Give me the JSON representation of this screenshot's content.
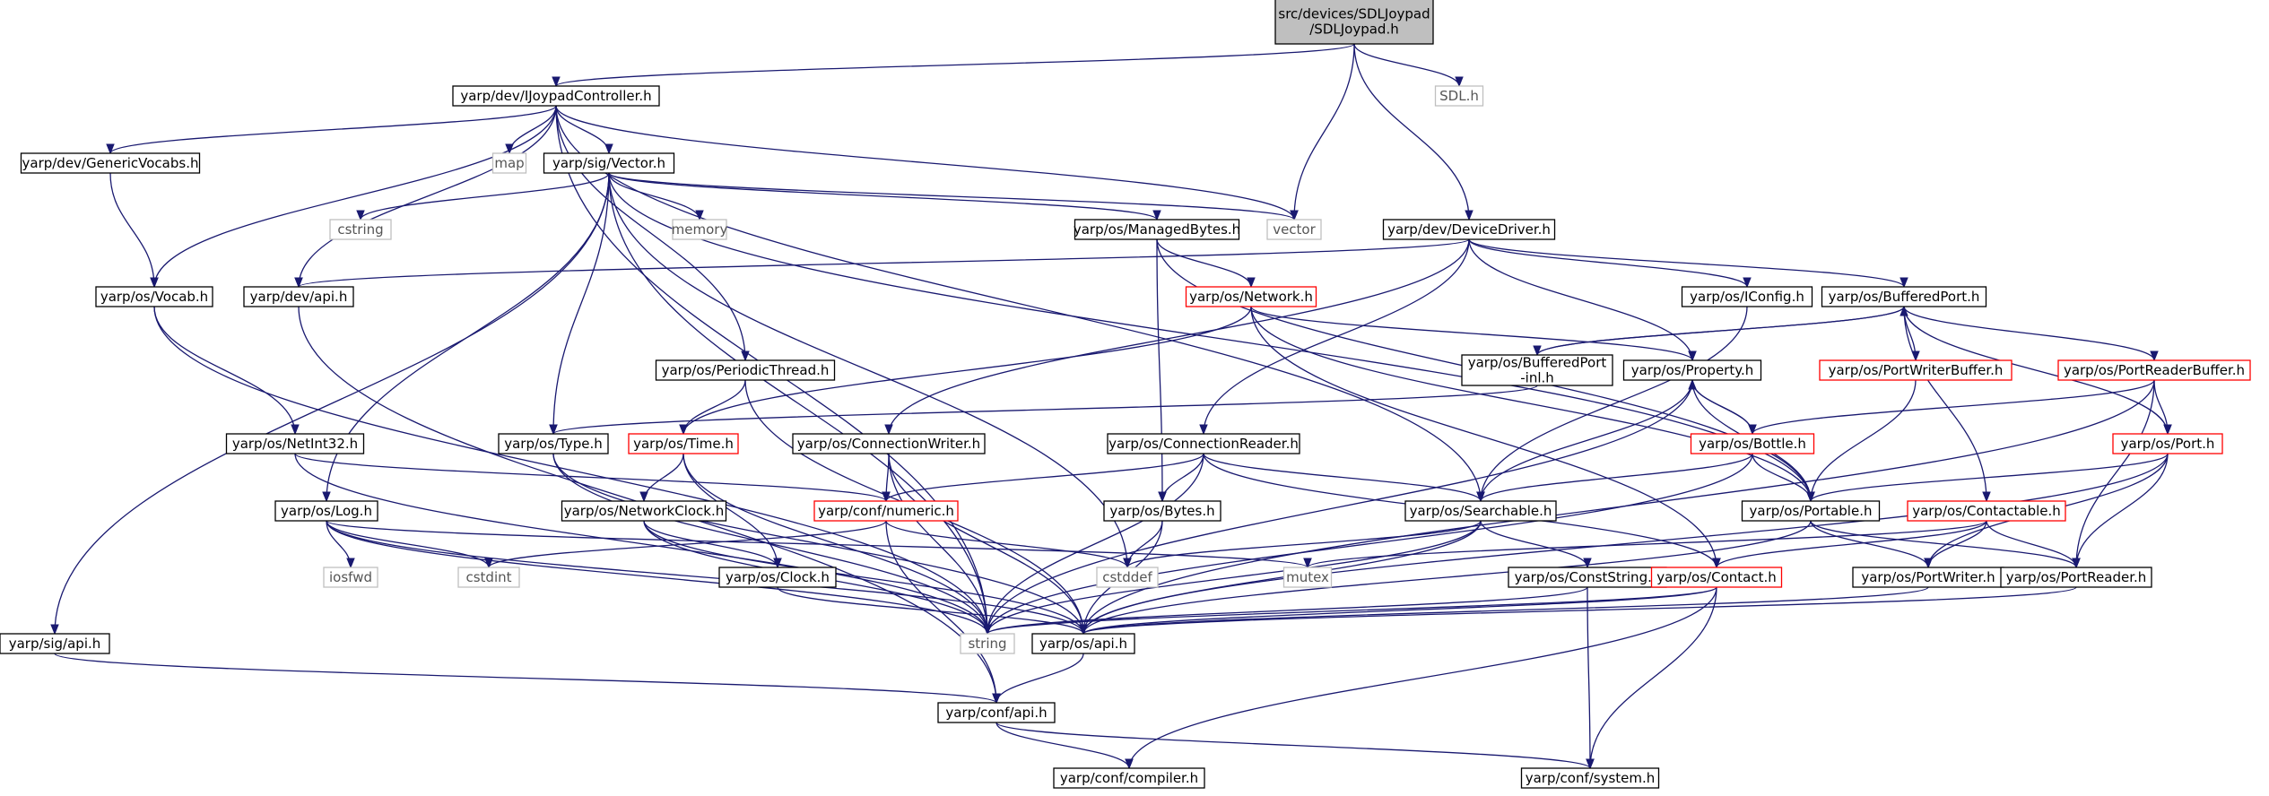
{
  "colors": {
    "edge": "#191970",
    "node_border": "#000000",
    "node_border_truncated": "#ff0000",
    "node_border_external": "#bfbfbf",
    "root_fill": "#bfbfbf",
    "node_fill": "#ffffff"
  },
  "nodes": [
    {
      "id": "root",
      "lines": [
        "src/devices/SDLJoypad",
        "/SDLJoypad.h"
      ],
      "kind": "root"
    },
    {
      "id": "ijoy",
      "lines": [
        "yarp/dev/IJoypadController.h"
      ],
      "kind": "normal"
    },
    {
      "id": "sdl",
      "lines": [
        "SDL.h"
      ],
      "kind": "external"
    },
    {
      "id": "vector",
      "lines": [
        "vector"
      ],
      "kind": "external"
    },
    {
      "id": "devdriver",
      "lines": [
        "yarp/dev/DeviceDriver.h"
      ],
      "kind": "normal"
    },
    {
      "id": "genvocabs",
      "lines": [
        "yarp/dev/GenericVocabs.h"
      ],
      "kind": "normal"
    },
    {
      "id": "map",
      "lines": [
        "map"
      ],
      "kind": "external"
    },
    {
      "id": "sigvector",
      "lines": [
        "yarp/sig/Vector.h"
      ],
      "kind": "normal"
    },
    {
      "id": "cstring",
      "lines": [
        "cstring"
      ],
      "kind": "external"
    },
    {
      "id": "memory",
      "lines": [
        "memory"
      ],
      "kind": "external"
    },
    {
      "id": "managed",
      "lines": [
        "yarp/os/ManagedBytes.h"
      ],
      "kind": "normal"
    },
    {
      "id": "vocab",
      "lines": [
        "yarp/os/Vocab.h"
      ],
      "kind": "normal"
    },
    {
      "id": "devapi",
      "lines": [
        "yarp/dev/api.h"
      ],
      "kind": "normal"
    },
    {
      "id": "network",
      "lines": [
        "yarp/os/Network.h"
      ],
      "kind": "truncated"
    },
    {
      "id": "iconfig",
      "lines": [
        "yarp/os/IConfig.h"
      ],
      "kind": "normal"
    },
    {
      "id": "buffport",
      "lines": [
        "yarp/os/BufferedPort.h"
      ],
      "kind": "normal"
    },
    {
      "id": "periodic",
      "lines": [
        "yarp/os/PeriodicThread.h"
      ],
      "kind": "normal"
    },
    {
      "id": "buffinl",
      "lines": [
        "yarp/os/BufferedPort",
        "-inl.h"
      ],
      "kind": "normal"
    },
    {
      "id": "property",
      "lines": [
        "yarp/os/Property.h"
      ],
      "kind": "normal"
    },
    {
      "id": "pwbuffer",
      "lines": [
        "yarp/os/PortWriterBuffer.h"
      ],
      "kind": "truncated"
    },
    {
      "id": "prbuffer",
      "lines": [
        "yarp/os/PortReaderBuffer.h"
      ],
      "kind": "truncated"
    },
    {
      "id": "netint",
      "lines": [
        "yarp/os/NetInt32.h"
      ],
      "kind": "normal"
    },
    {
      "id": "type",
      "lines": [
        "yarp/os/Type.h"
      ],
      "kind": "normal"
    },
    {
      "id": "time",
      "lines": [
        "yarp/os/Time.h"
      ],
      "kind": "truncated"
    },
    {
      "id": "connwriter",
      "lines": [
        "yarp/os/ConnectionWriter.h"
      ],
      "kind": "normal"
    },
    {
      "id": "connreader",
      "lines": [
        "yarp/os/ConnectionReader.h"
      ],
      "kind": "normal"
    },
    {
      "id": "bottle",
      "lines": [
        "yarp/os/Bottle.h"
      ],
      "kind": "truncated"
    },
    {
      "id": "port",
      "lines": [
        "yarp/os/Port.h"
      ],
      "kind": "truncated"
    },
    {
      "id": "log",
      "lines": [
        "yarp/os/Log.h"
      ],
      "kind": "normal"
    },
    {
      "id": "netclock",
      "lines": [
        "yarp/os/NetworkClock.h"
      ],
      "kind": "normal"
    },
    {
      "id": "numeric",
      "lines": [
        "yarp/conf/numeric.h"
      ],
      "kind": "truncated"
    },
    {
      "id": "bytes",
      "lines": [
        "yarp/os/Bytes.h"
      ],
      "kind": "normal"
    },
    {
      "id": "searchable",
      "lines": [
        "yarp/os/Searchable.h"
      ],
      "kind": "normal"
    },
    {
      "id": "portable",
      "lines": [
        "yarp/os/Portable.h"
      ],
      "kind": "normal"
    },
    {
      "id": "contactable",
      "lines": [
        "yarp/os/Contactable.h"
      ],
      "kind": "truncated"
    },
    {
      "id": "iosfwd",
      "lines": [
        "iosfwd"
      ],
      "kind": "external"
    },
    {
      "id": "cstdint",
      "lines": [
        "cstdint"
      ],
      "kind": "external"
    },
    {
      "id": "clock",
      "lines": [
        "yarp/os/Clock.h"
      ],
      "kind": "normal"
    },
    {
      "id": "cstddef",
      "lines": [
        "cstddef"
      ],
      "kind": "external"
    },
    {
      "id": "mutex",
      "lines": [
        "mutex"
      ],
      "kind": "external"
    },
    {
      "id": "conststring",
      "lines": [
        "yarp/os/ConstString.h"
      ],
      "kind": "normal"
    },
    {
      "id": "contact",
      "lines": [
        "yarp/os/Contact.h"
      ],
      "kind": "truncated"
    },
    {
      "id": "portwriter",
      "lines": [
        "yarp/os/PortWriter.h"
      ],
      "kind": "normal"
    },
    {
      "id": "portreader",
      "lines": [
        "yarp/os/PortReader.h"
      ],
      "kind": "normal"
    },
    {
      "id": "sigapi",
      "lines": [
        "yarp/sig/api.h"
      ],
      "kind": "normal"
    },
    {
      "id": "string",
      "lines": [
        "string"
      ],
      "kind": "external"
    },
    {
      "id": "osapi",
      "lines": [
        "yarp/os/api.h"
      ],
      "kind": "normal"
    },
    {
      "id": "confapi",
      "lines": [
        "yarp/conf/api.h"
      ],
      "kind": "normal"
    },
    {
      "id": "compiler",
      "lines": [
        "yarp/conf/compiler.h"
      ],
      "kind": "normal"
    },
    {
      "id": "system",
      "lines": [
        "yarp/conf/system.h"
      ],
      "kind": "normal"
    }
  ],
  "edges": [
    [
      "root",
      "ijoy"
    ],
    [
      "root",
      "sdl"
    ],
    [
      "root",
      "vector"
    ],
    [
      "root",
      "devdriver"
    ],
    [
      "ijoy",
      "genvocabs"
    ],
    [
      "ijoy",
      "map"
    ],
    [
      "ijoy",
      "sigvector"
    ],
    [
      "ijoy",
      "vocab"
    ],
    [
      "ijoy",
      "devapi"
    ],
    [
      "ijoy",
      "periodic"
    ],
    [
      "ijoy",
      "vector"
    ],
    [
      "ijoy",
      "searchable"
    ],
    [
      "ijoy",
      "string"
    ],
    [
      "genvocabs",
      "vocab"
    ],
    [
      "sigvector",
      "cstring"
    ],
    [
      "sigvector",
      "memory"
    ],
    [
      "sigvector",
      "vector"
    ],
    [
      "sigvector",
      "managed"
    ],
    [
      "sigvector",
      "sigapi"
    ],
    [
      "sigvector",
      "type"
    ],
    [
      "sigvector",
      "log"
    ],
    [
      "sigvector",
      "cstddef"
    ],
    [
      "sigvector",
      "portable"
    ],
    [
      "sigvector",
      "string"
    ],
    [
      "devdriver",
      "devapi"
    ],
    [
      "devdriver",
      "iconfig"
    ],
    [
      "devdriver",
      "buffport"
    ],
    [
      "devdriver",
      "property"
    ],
    [
      "devdriver",
      "connwriter"
    ],
    [
      "devdriver",
      "connreader"
    ],
    [
      "managed",
      "network"
    ],
    [
      "managed",
      "portable"
    ],
    [
      "managed",
      "bytes"
    ],
    [
      "vocab",
      "netint"
    ],
    [
      "vocab",
      "string"
    ],
    [
      "devapi",
      "confapi"
    ],
    [
      "network",
      "property"
    ],
    [
      "network",
      "portable"
    ],
    [
      "network",
      "contact"
    ],
    [
      "network",
      "time"
    ],
    [
      "iconfig",
      "searchable"
    ],
    [
      "buffport",
      "buffinl"
    ],
    [
      "buffport",
      "pwbuffer"
    ],
    [
      "buffport",
      "prbuffer"
    ],
    [
      "buffport",
      "port"
    ],
    [
      "buffport",
      "contactable"
    ],
    [
      "buffinl",
      "buffport"
    ],
    [
      "buffinl",
      "type"
    ],
    [
      "periodic",
      "time"
    ],
    [
      "periodic",
      "osapi"
    ],
    [
      "property",
      "bottle"
    ],
    [
      "property",
      "portable"
    ],
    [
      "property",
      "searchable"
    ],
    [
      "property",
      "string"
    ],
    [
      "pwbuffer",
      "portable"
    ],
    [
      "prbuffer",
      "bottle"
    ],
    [
      "prbuffer",
      "port"
    ],
    [
      "prbuffer",
      "portreader"
    ],
    [
      "prbuffer",
      "osapi"
    ],
    [
      "netint",
      "numeric"
    ],
    [
      "netint",
      "string"
    ],
    [
      "type",
      "string"
    ],
    [
      "type",
      "osapi"
    ],
    [
      "time",
      "netclock"
    ],
    [
      "time",
      "clock"
    ],
    [
      "time",
      "string"
    ],
    [
      "connwriter",
      "numeric"
    ],
    [
      "connwriter",
      "string"
    ],
    [
      "connwriter",
      "osapi"
    ],
    [
      "connreader",
      "numeric"
    ],
    [
      "connreader",
      "bytes"
    ],
    [
      "connreader",
      "searchable"
    ],
    [
      "connreader",
      "contact"
    ],
    [
      "connreader",
      "string"
    ],
    [
      "bottle",
      "property"
    ],
    [
      "bottle",
      "searchable"
    ],
    [
      "bottle",
      "portable"
    ],
    [
      "bottle",
      "string"
    ],
    [
      "port",
      "portable"
    ],
    [
      "port",
      "portwriter"
    ],
    [
      "port",
      "portreader"
    ],
    [
      "port",
      "osapi"
    ],
    [
      "log",
      "iosfwd"
    ],
    [
      "log",
      "cstdint"
    ],
    [
      "log",
      "mutex"
    ],
    [
      "log",
      "string"
    ],
    [
      "log",
      "osapi"
    ],
    [
      "netclock",
      "clock"
    ],
    [
      "netclock",
      "string"
    ],
    [
      "netclock",
      "osapi"
    ],
    [
      "numeric",
      "cstdint"
    ],
    [
      "numeric",
      "cstddef"
    ],
    [
      "numeric",
      "confapi"
    ],
    [
      "bytes",
      "cstddef"
    ],
    [
      "bytes",
      "osapi"
    ],
    [
      "searchable",
      "conststring"
    ],
    [
      "searchable",
      "string"
    ],
    [
      "searchable",
      "osapi"
    ],
    [
      "searchable",
      "cstddef"
    ],
    [
      "portable",
      "portwriter"
    ],
    [
      "portable",
      "portreader"
    ],
    [
      "portable",
      "osapi"
    ],
    [
      "contactable",
      "contact"
    ],
    [
      "contactable",
      "portwriter"
    ],
    [
      "contactable",
      "portreader"
    ],
    [
      "contactable",
      "mutex"
    ],
    [
      "clock",
      "osapi"
    ],
    [
      "conststring",
      "string"
    ],
    [
      "conststring",
      "system"
    ],
    [
      "contact",
      "string"
    ],
    [
      "contact",
      "osapi"
    ],
    [
      "contact",
      "compiler"
    ],
    [
      "contact",
      "system"
    ],
    [
      "portwriter",
      "osapi"
    ],
    [
      "portreader",
      "osapi"
    ],
    [
      "sigapi",
      "confapi"
    ],
    [
      "osapi",
      "confapi"
    ],
    [
      "confapi",
      "compiler"
    ],
    [
      "confapi",
      "system"
    ]
  ]
}
